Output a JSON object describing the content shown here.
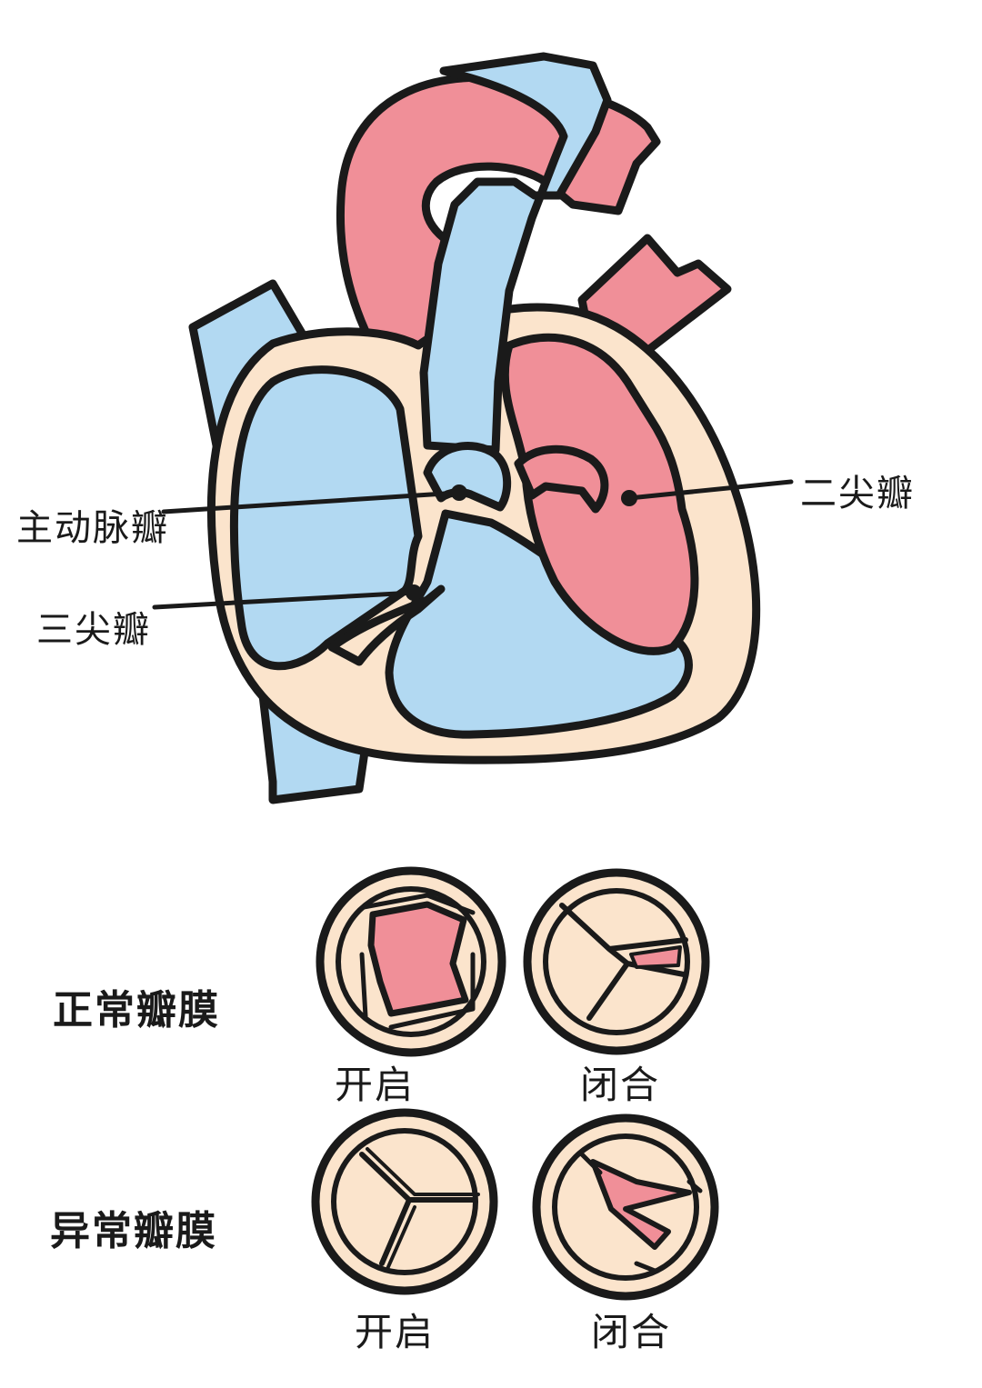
{
  "labels": {
    "aortic_valve": "主动脉瓣",
    "tricuspid_valve": "三尖瓣",
    "mitral_valve": "二尖瓣",
    "normal_valve": "正常瓣膜",
    "abnormal_valve": "异常瓣膜",
    "open": "开启",
    "closed": "闭合"
  },
  "colors": {
    "outline": "#1a1a1a",
    "red_blood": "#f08f98",
    "blue_blood": "#b2d9f2",
    "tissue": "#fbe4cc",
    "background": "#ffffff"
  }
}
